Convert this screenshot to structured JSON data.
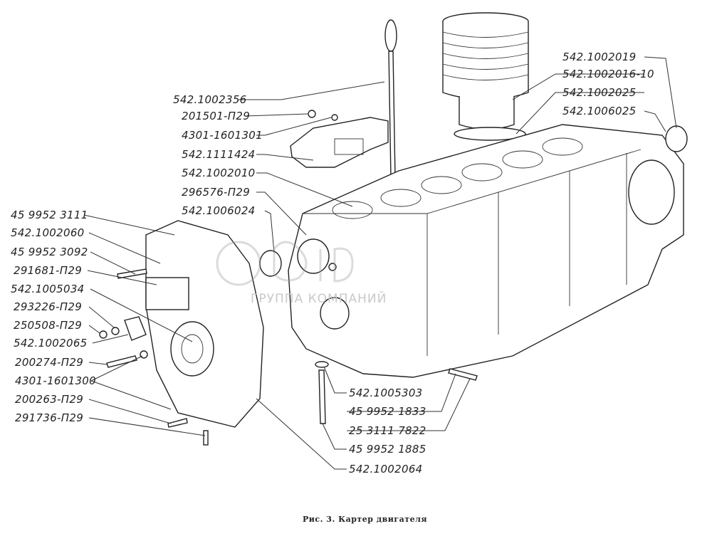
{
  "caption": "Рис. 3. Картер двигателя",
  "watermark": "ГРУППА КОМПАНИЙ",
  "labels": {
    "top": [
      "542.1002356",
      "201501-П29",
      "4301-1601301",
      "542.1111424",
      "542.1002010",
      "296576-П29",
      "542.1006024"
    ],
    "right_top": [
      "542.1002019",
      "542.1002016-10",
      "542.1002025",
      "542.1006025"
    ],
    "left": [
      "45 9952 3111",
      "542.1002060",
      "45 9952 3092",
      "291681-П29",
      "542.1005034",
      "293226-П29",
      "250508-П29",
      "542.1002065",
      "200274-П29",
      "4301-1601300",
      "200263-П29",
      "291736-П29"
    ],
    "bottom_right": [
      "542.1005303",
      "45 9952 1833",
      "25 3111 7822",
      "45 9952 1885",
      "542.1002064"
    ]
  }
}
